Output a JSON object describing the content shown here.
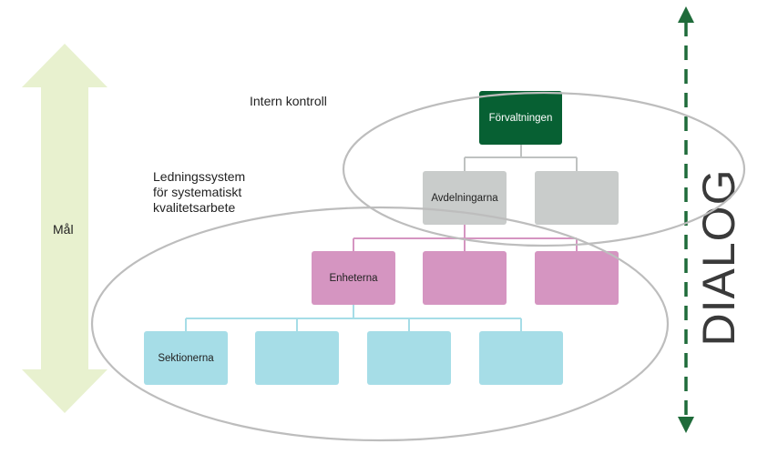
{
  "labels": {
    "intern_kontroll": "Intern kontroll",
    "ledningssystem": [
      "Ledningssystem",
      "för systematiskt",
      "kvalitetsarbete"
    ],
    "mal": "Mål",
    "dialog": "DIALOG"
  },
  "levels": {
    "forvaltningen": {
      "label": "Förvaltningen"
    },
    "avdelningarna": [
      {
        "label": "Avdelningarna"
      },
      {
        "label": ""
      }
    ],
    "enheterna": [
      {
        "label": "Enheterna"
      },
      {
        "label": ""
      },
      {
        "label": ""
      }
    ],
    "sektionerna": [
      {
        "label": "Sektionerna"
      },
      {
        "label": ""
      },
      {
        "label": ""
      },
      {
        "label": ""
      }
    ]
  },
  "colors": {
    "forvaltningen": "#076033",
    "avdelningarna": "#c9cccb",
    "enheterna": "#d595c1",
    "sektionerna": "#a6dde7",
    "mal_arrow": "#e8f1cf",
    "dialog_arrow": "#1f6b3a",
    "ellipse": "#bdbdbd"
  }
}
